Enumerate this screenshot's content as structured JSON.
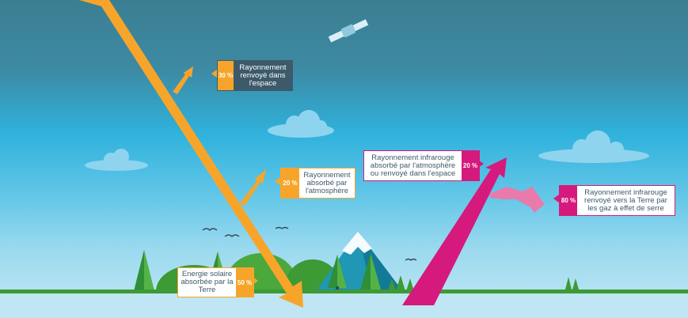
{
  "diagram": {
    "colors": {
      "solar": "#f7a52a",
      "infrared": "#d6197c",
      "infrared_light": "#e97aac",
      "outgoing_label_border": "#3c5a6a",
      "sky_top": "#3b7e92",
      "sky_bottom": "#bfe7f3",
      "grass": "#3d9a35"
    },
    "callouts": {
      "reflected": {
        "percent": "30 %",
        "label": "Rayonnement renvoyé dans l'espace"
      },
      "absorbed_atmosphere": {
        "percent": "20 %",
        "label": "Rayonnement absorbé par l'atmosphère"
      },
      "absorbed_earth": {
        "percent": "50 %",
        "label": "Energie solaire absorbée par la Terre"
      },
      "ir_escaping": {
        "percent": "20 %",
        "label": "Rayonnement infrarouge absorbé par l'atmosphère ou renvoyé dans l'espace"
      },
      "ir_greenhouse": {
        "percent": "80 %",
        "label": "Rayonnement infrarouge renvoyé vers la Terre par les gaz à effet de serre"
      }
    },
    "icons": [
      "satellite-icon",
      "cloud-icon",
      "bird-icon",
      "tree-icon",
      "mountain-icon",
      "hill-icon"
    ]
  }
}
